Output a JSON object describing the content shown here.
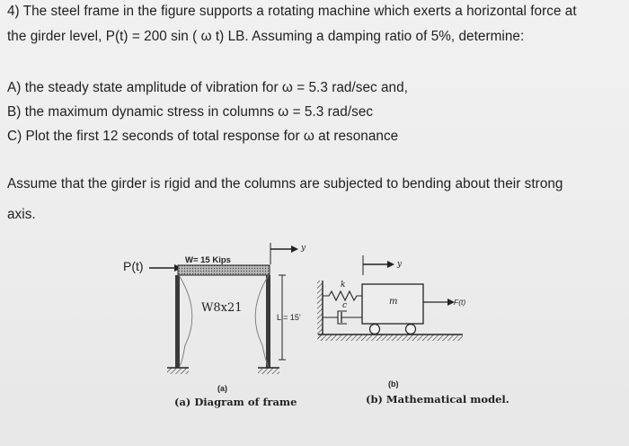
{
  "problem": {
    "line1": "4) The steel frame in the figure supports a rotating machine which exerts a horizontal force at",
    "line2": "the girder level, P(t) = 200 sin ( ω t) LB. Assuming a damping ratio of 5%, determine:",
    "part_a": "A) the steady state amplitude of vibration for ω = 5.3 rad/sec and,",
    "part_b": "B) the maximum dynamic stress in columns ω = 5.3 rad/sec",
    "part_c": "C) Plot the first 12 seconds of total response for ω at resonance",
    "assume1": "Assume that the girder is rigid and the columns are subjected to bending about their strong",
    "assume2": "axis."
  },
  "figure_a": {
    "force_label": "P(t)",
    "weight_label": "W= 15 Kips",
    "section_label": "W8x21",
    "height_label": "L = 15'",
    "y_label": "y",
    "sub_label": "(a)",
    "caption": "(a) Diagram of frame"
  },
  "figure_b": {
    "spring_label": "k",
    "damper_label": "c",
    "mass_label": "m",
    "force_label": "F(t)",
    "y_label": "y",
    "sub_label": "(b)",
    "caption": "(b) Mathematical model."
  }
}
